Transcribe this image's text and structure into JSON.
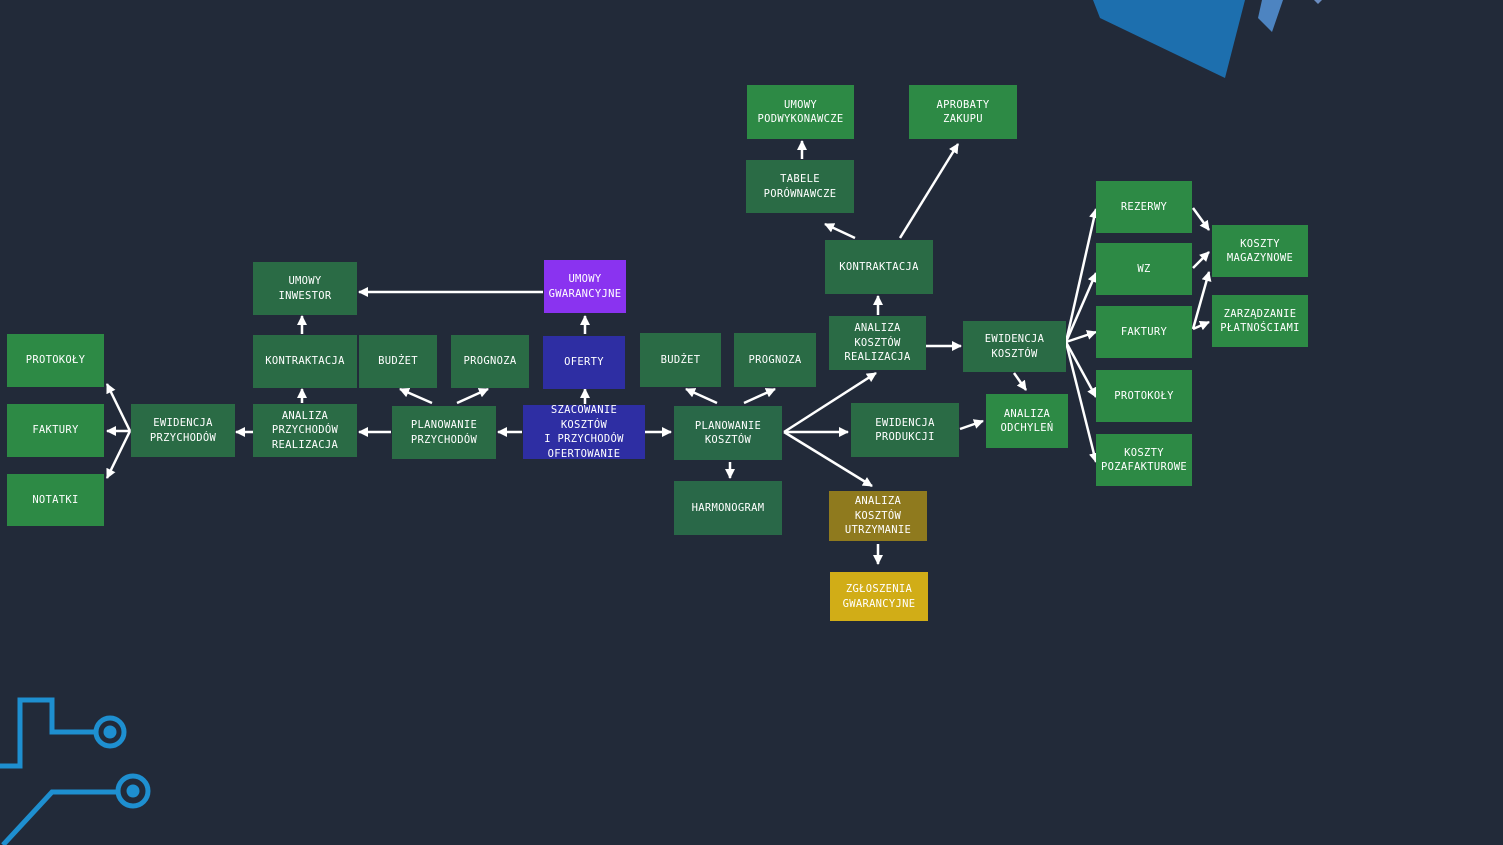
{
  "nodes": {
    "protokoly_l": "PROTOKOŁY",
    "faktury_l": "FAKTURY",
    "notatki": "NOTATKI",
    "ewidencja_przychodow": "EWIDENCJA\nPRZYCHODÓW",
    "umowy_inwestor": "UMOWY\nINWESTOR",
    "kontraktacja_l": "KONTRAKTACJA",
    "analiza_przychodow": "ANALIZA\nPRZYCHODÓW\nREALIZACJA",
    "budzet_l": "BUDŻET",
    "prognoza_l": "PROGNOZA",
    "planowanie_przychodow": "PLANOWANIE\nPRZYCHODÓW",
    "umowy_gwarancyjne": "UMOWY\nGWARANCYJNE",
    "oferty": "OFERTY",
    "szacowanie": "SZACOWANIE KOSZTÓW\nI PRZYCHODÓW\nOFERTOWANIE",
    "budzet_r": "BUDŻET",
    "prognoza_r": "PROGNOZA",
    "planowanie_kosztow": "PLANOWANIE\nKOSZTÓW",
    "harmonogram": "HARMONOGRAM",
    "umowy_podwykonawcze": "UMOWY\nPODWYKONAWCZE",
    "aprobaty_zakupu": "APROBATY\nZAKUPU",
    "tabele_porownawcze": "TABELE\nPORÓWNAWCZE",
    "kontraktacja_r": "KONTRAKTACJA",
    "analiza_kosztow_realizacja": "ANALIZA\nKOSZTÓW\nREALIZACJA",
    "ewidencja_produkcji": "EWIDENCJA\nPRODUKCJI",
    "analiza_kosztow_utrzymanie": "ANALIZA\nKOSZTÓW\nUTRZYMANIE",
    "zgloszenia_gwarancyjne": "ZGŁOSZENIA\nGWARANCYJNE",
    "ewidencja_kosztow": "EWIDENCJA\nKOSZTÓW",
    "analiza_odchylen": "ANALIZA\nODCHYLEŃ",
    "rezerwy": "REZERWY",
    "wz": "WZ",
    "faktury_r": "FAKTURY",
    "protokoly_r": "PROTOKOŁY",
    "koszty_pozafakturowe": "KOSZTY\nPOZAFAKTUROWE",
    "koszty_magazynowe": "KOSZTY\nMAGAZYNOWE",
    "zarzadzanie_platnosciami": "ZARZĄDZANIE\nPŁATNOŚCIAMI"
  },
  "colors": {
    "background": "#222a39",
    "green_bright": "#2d8a45",
    "green_dark": "#2a6b45",
    "blue": "#2e2ea3",
    "violet": "#8a33f0",
    "olive": "#8f7a1e",
    "yellow": "#d1ad17",
    "arrow": "#ffffff",
    "circuit": "#1e8fd0"
  }
}
